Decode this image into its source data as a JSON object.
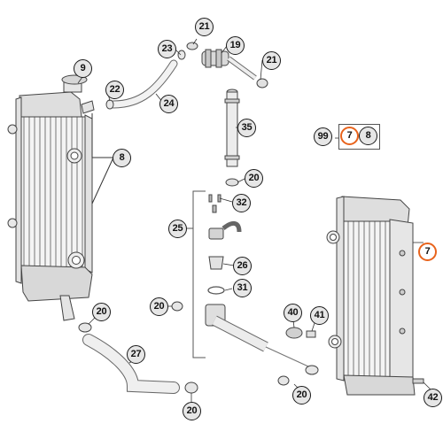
{
  "accent_color": "#e8631c",
  "callout_fill": "#e6e6e6",
  "callouts": {
    "c9": "9",
    "c23": "23",
    "c21a": "21",
    "c19": "19",
    "c21b": "21",
    "c22": "22",
    "c24": "24",
    "c8": "8",
    "c35": "35",
    "c20a": "20",
    "c32": "32",
    "c25": "25",
    "c26": "26",
    "c31": "31",
    "c20b": "20",
    "c20c": "20",
    "c27": "27",
    "c20d": "20",
    "c40": "40",
    "c41": "41",
    "c20e": "20",
    "c42": "42",
    "c7": "7"
  },
  "kit": {
    "prefix": "99",
    "item_a": "7",
    "item_b": "8"
  }
}
